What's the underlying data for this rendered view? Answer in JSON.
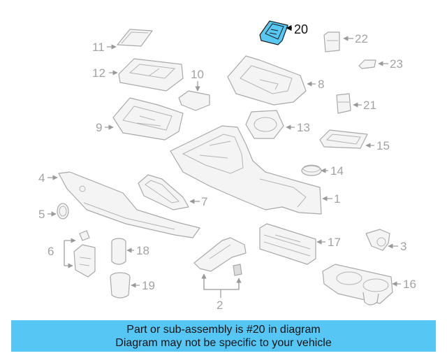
{
  "diagram": {
    "callouts": [
      "20",
      "22",
      "11",
      "23",
      "12",
      "10",
      "8",
      "21",
      "9",
      "13",
      "15",
      "14",
      "4",
      "7",
      "1",
      "5",
      "17",
      "6",
      "18",
      "3",
      "19",
      "16",
      "2"
    ],
    "highlighted_part": "20",
    "highlight_color": "#57c8f2"
  },
  "banner": {
    "line1": "Part or sub-assembly is #20 in diagram",
    "line2": "Diagram may not be specific to your vehicle",
    "background": "#56c7f5"
  }
}
